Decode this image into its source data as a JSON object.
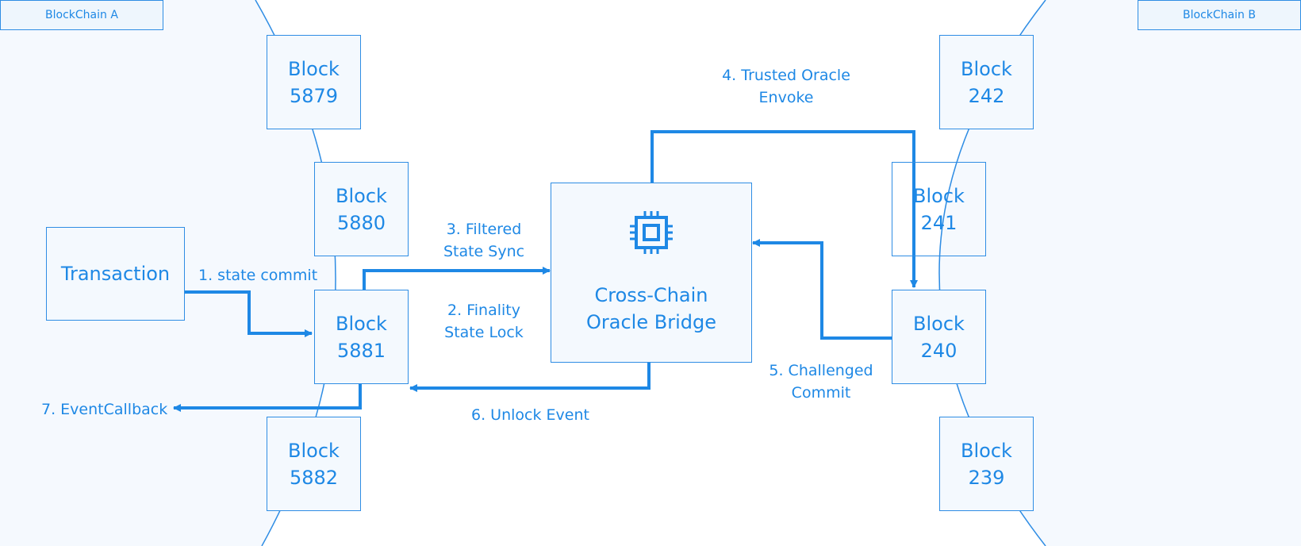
{
  "chains": {
    "a": {
      "label": "BlockChain A"
    },
    "b": {
      "label": "BlockChain B"
    }
  },
  "chain_a_blocks": [
    {
      "word": "Block",
      "number": "5879"
    },
    {
      "word": "Block",
      "number": "5880"
    },
    {
      "word": "Block",
      "number": "5881"
    },
    {
      "word": "Block",
      "number": "5882"
    }
  ],
  "chain_b_blocks": [
    {
      "word": "Block",
      "number": "242"
    },
    {
      "word": "Block",
      "number": "241"
    },
    {
      "word": "Block",
      "number": "240"
    },
    {
      "word": "Block",
      "number": "239"
    }
  ],
  "transaction": {
    "label": "Transaction"
  },
  "bridge": {
    "line1": "Cross-Chain",
    "line2": "Oracle Bridge",
    "icon": "cpu-chip-icon"
  },
  "steps": {
    "state_commit": {
      "line1": "1. state commit"
    },
    "finality_lock": {
      "line1": "2. Finality",
      "line2": "State Lock"
    },
    "filtered_sync": {
      "line1": "3. Filtered",
      "line2": "State Sync"
    },
    "oracle_envoke": {
      "line1": "4. Trusted Oracle",
      "line2": "Envoke"
    },
    "challenged_commit": {
      "line1": "5. Challenged",
      "line2": "Commit"
    },
    "unlock_event": {
      "line1": "6. Unlock Event"
    },
    "event_callback": {
      "line1": "7. EventCallback"
    }
  },
  "colors": {
    "accent": "#1e88e5",
    "box_fill": "#f4f9fe",
    "tag_fill": "#eef6fd",
    "page_tint": "#f5f9fe"
  }
}
